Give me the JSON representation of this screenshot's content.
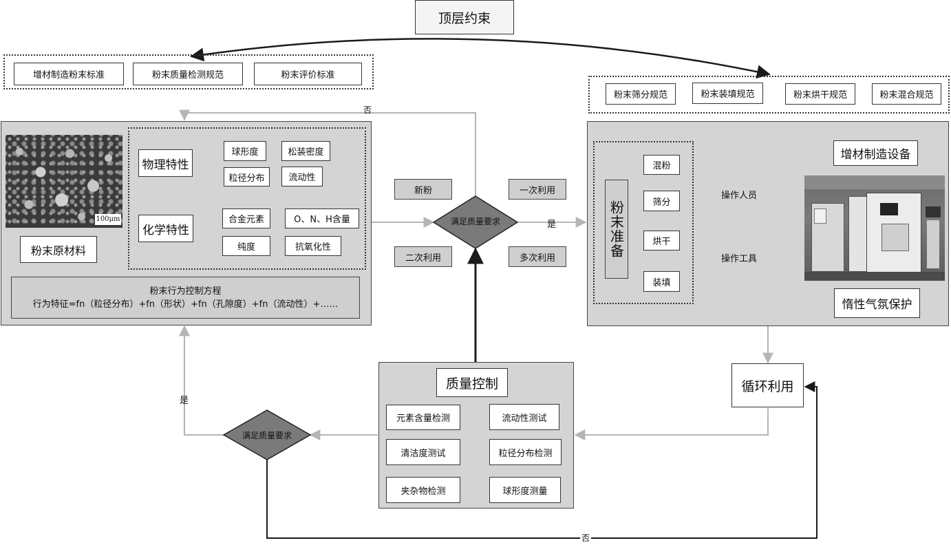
{
  "top_constraint": {
    "title": "顶层约束",
    "standards": [
      "增材制造粉末标准",
      "粉末质量检测规范",
      "粉末评价标准"
    ],
    "specs": [
      "粉末筛分规范",
      "粉末装填规范",
      "粉末烘干规范",
      "粉末混合规范"
    ]
  },
  "raw_material": {
    "label": "粉末原材料",
    "scale_bar": "100μm",
    "physical": {
      "title": "物理特性",
      "items": [
        "球形度",
        "粒径分布",
        "松装密度",
        "流动性"
      ]
    },
    "chemical": {
      "title": "化学特性",
      "items": [
        "合金元素",
        "纯度",
        "O、N、H含量",
        "抗氧化性"
      ]
    },
    "equation_title": "粉末行为控制方程",
    "equation": "行为特征=fn（粒径分布）+fn（形状）+fn（孔隙度）+fn（流动性）+……"
  },
  "decision_center": {
    "label": "满足质量要求",
    "powders": [
      "新粉",
      "一次利用",
      "二次利用",
      "多次利用"
    ],
    "yes": "是",
    "no": "否"
  },
  "am_equipment": {
    "prep_title": "粉末准备",
    "prep_steps": [
      "混粉",
      "筛分",
      "烘干",
      "装填"
    ],
    "operators": "操作人员",
    "tools": "操作工具",
    "equipment_title": "增材制造设备",
    "protection": "惰性气氛保护"
  },
  "recycle": {
    "label": "循环利用"
  },
  "quality_control": {
    "title": "质量控制",
    "tests": [
      "元素含量检测",
      "流动性测试",
      "清洁度测试",
      "粒径分布检测",
      "夹杂物检测",
      "球形度测量"
    ]
  },
  "decision_bottom": {
    "label": "满足质量要求",
    "yes": "是",
    "no": "否"
  },
  "colors": {
    "panel": "#d4d4d4",
    "diamond": "#7a7a7a",
    "light_line": "#b5b5b5",
    "dark_line": "#222222"
  }
}
